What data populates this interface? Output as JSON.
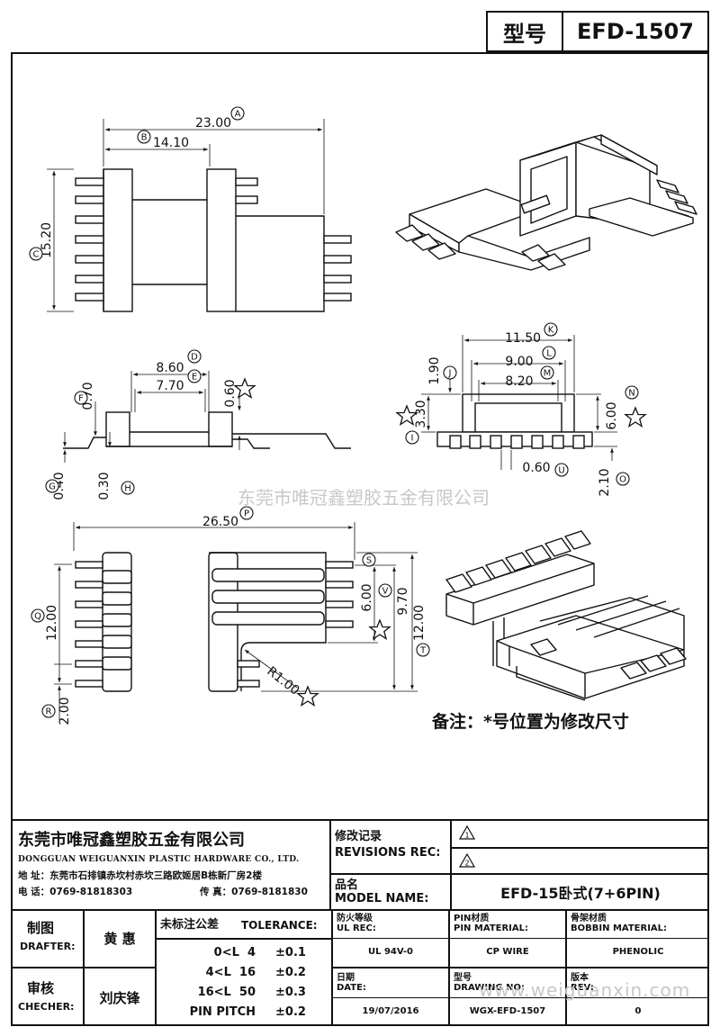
{
  "header": {
    "model_label": "型号",
    "model_value": "EFD-1507"
  },
  "watermark_cn": "东莞市唯冠鑫塑胶五金有限公司",
  "watermark_web": "www.weiguanxin.com",
  "dims": {
    "A": "23.00",
    "B": "14.10",
    "C": "15.20",
    "D": "8.60",
    "E": "7.70",
    "F": "0.70",
    "G": "0.40",
    "H": "0.30",
    "star_060": "0.60",
    "K": "11.50",
    "L": "9.00",
    "M": "8.20",
    "J": "1.90",
    "I": "3.30",
    "N": "6.00",
    "U": "0.60",
    "O": "2.10",
    "P": "26.50",
    "S": "S",
    "V": "6.00",
    "W": "9.70",
    "T": "12.00",
    "Q": "12.00",
    "R": "2.00",
    "R1": "R1.00"
  },
  "letters": [
    "A",
    "B",
    "C",
    "D",
    "E",
    "F",
    "G",
    "H",
    "I",
    "J",
    "K",
    "L",
    "M",
    "N",
    "O",
    "P",
    "Q",
    "R",
    "S",
    "T",
    "U",
    "V"
  ],
  "note": "备注：*号位置为修改尺寸",
  "title_block": {
    "company_cn": "东莞市唯冠鑫塑胶五金有限公司",
    "company_en": "DONGGUAN WEIGUANXIN PLASTIC HARDWARE CO., LTD.",
    "address": "地  址：东莞市石排镇赤坎村赤坎三路欧姬居B栋新厂房2楼",
    "phone": "电  话：0769-81818303",
    "fax": "传  真：0769-8181830",
    "rev_cn": "修改记录",
    "rev_en": "REVISIONS REC:",
    "rev1": "1",
    "rev2": "2",
    "model_cn": "品名",
    "model_en": "MODEL NAME:",
    "model_name": "EFD-15卧式(7+6PIN)",
    "drafter_cn": "制图",
    "drafter_en": "DRAFTER:",
    "drafter_name": "黄  惠",
    "checker_cn": "审核",
    "checker_en": "CHECHER:",
    "checker_name": "刘庆锋",
    "tol_title_cn": "未标注公差",
    "tol_title_en": "TOLERANCE:",
    "tolerances": [
      {
        "range": "0<L  4",
        "value": "±0.1"
      },
      {
        "range": "4<L  16",
        "value": "±0.2"
      },
      {
        "range": "16<L  50",
        "value": "±0.3"
      },
      {
        "range": "PIN PITCH",
        "value": "±0.2"
      }
    ],
    "ul_cn": "防火等级",
    "ul_en": "UL REC:",
    "ul_val": "UL 94V-0",
    "pin_cn": "PIN材质",
    "pin_en": "PIN MATERIAL:",
    "pin_val": "CP WIRE",
    "bob_cn": "骨架材质",
    "bob_en": "BOBBIN MATERIAL:",
    "bob_val": "PHENOLIC",
    "date_cn": "日期",
    "date_en": "DATE:",
    "date_val": "19/07/2016",
    "dwg_cn": "型号",
    "dwg_en": "DRAWING NO:",
    "dwg_val": "WGX-EFD-1507",
    "rev_cn2": "版本",
    "rev_en2": "REV:",
    "rev_val": "0"
  }
}
